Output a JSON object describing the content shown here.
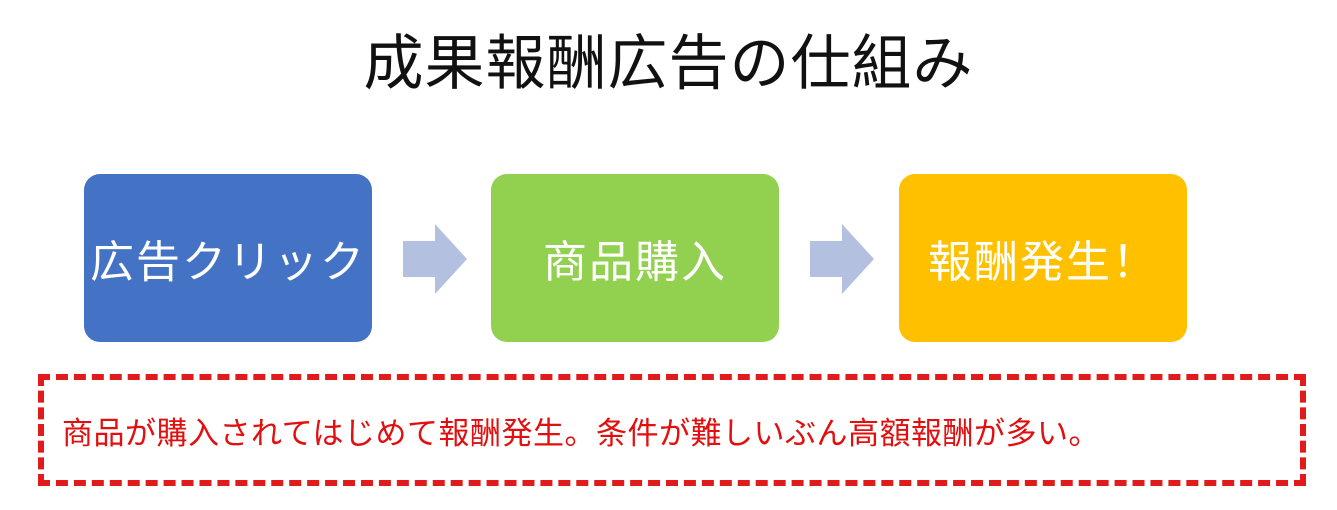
{
  "title": "成果報酬広告の仕組み",
  "steps": [
    {
      "label": "広告クリック",
      "color": "#4472c4"
    },
    {
      "label": "商品購入",
      "color": "#92d050"
    },
    {
      "label": "報酬発生！",
      "color": "#ffc000"
    }
  ],
  "arrow_color": "#b4c0e0",
  "note": {
    "text": "商品が購入されてはじめて報酬発生。条件が難しいぶん高額報酬が多い。",
    "color": "#e10f0f"
  }
}
